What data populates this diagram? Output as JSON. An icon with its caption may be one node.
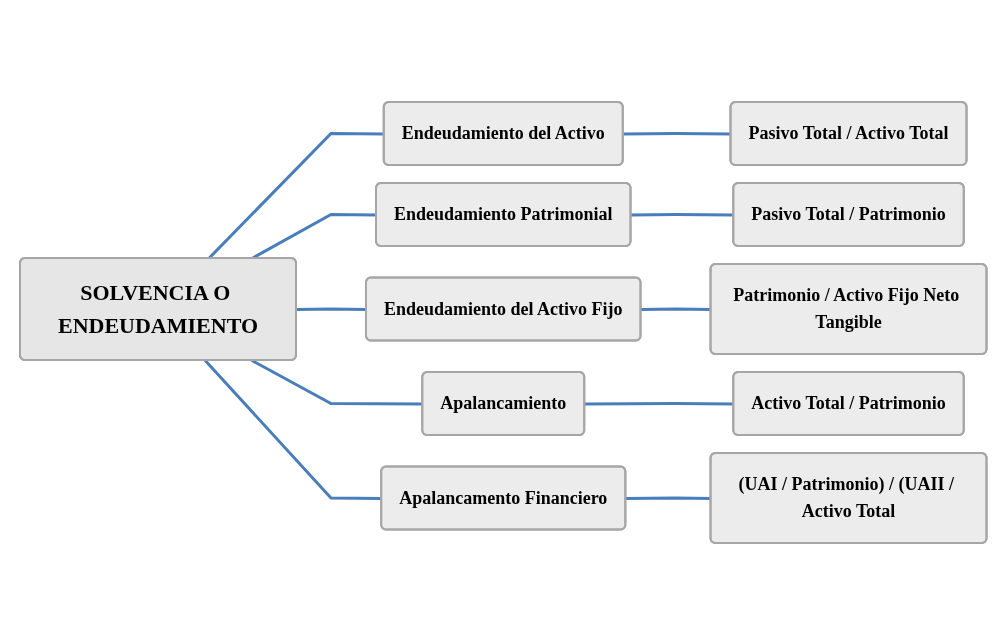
{
  "diagram": {
    "nodes": [
      {
        "text": [
          "SOLVENCIA O ENDEUDAMIENTO"
        ]
      },
      {
        "text": [
          "Endeudamiento del Activo"
        ]
      },
      {
        "text": [
          "Pasivo Total / Activo Total"
        ]
      },
      {
        "text": [
          "Endeudamiento Patrimonial"
        ]
      },
      {
        "text": [
          "Pasivo Total / Patrimonio"
        ]
      },
      {
        "text": [
          "Endeudamiento del Activo Fijo"
        ]
      },
      {
        "text": [
          "Patrimonio / Activo Fijo Neto Tangible"
        ]
      },
      {
        "text": [
          "Apalancamiento"
        ]
      },
      {
        "text": [
          "Activo Total / Patrimonio"
        ]
      },
      {
        "text": [
          "Apalancamento Financiero"
        ]
      },
      {
        "text": [
          "(UAI / Patrimonio) / (UAII / Activo Total"
        ]
      }
    ],
    "edges": [
      {
        "from": 0,
        "to": 1,
        "arrow": "none"
      },
      {
        "from": 1,
        "to": 2,
        "arrow": "none"
      },
      {
        "from": 0,
        "to": 3,
        "arrow": "none"
      },
      {
        "from": 3,
        "to": 4,
        "arrow": "none"
      },
      {
        "from": 0,
        "to": 5,
        "arrow": "none"
      },
      {
        "from": 5,
        "to": 6,
        "arrow": "none"
      },
      {
        "from": 0,
        "to": 7,
        "arrow": "none"
      },
      {
        "from": 7,
        "to": 8,
        "arrow": "none"
      },
      {
        "from": 0,
        "to": 9,
        "arrow": "none"
      },
      {
        "from": 9,
        "to": 10,
        "arrow": "none"
      }
    ]
  }
}
